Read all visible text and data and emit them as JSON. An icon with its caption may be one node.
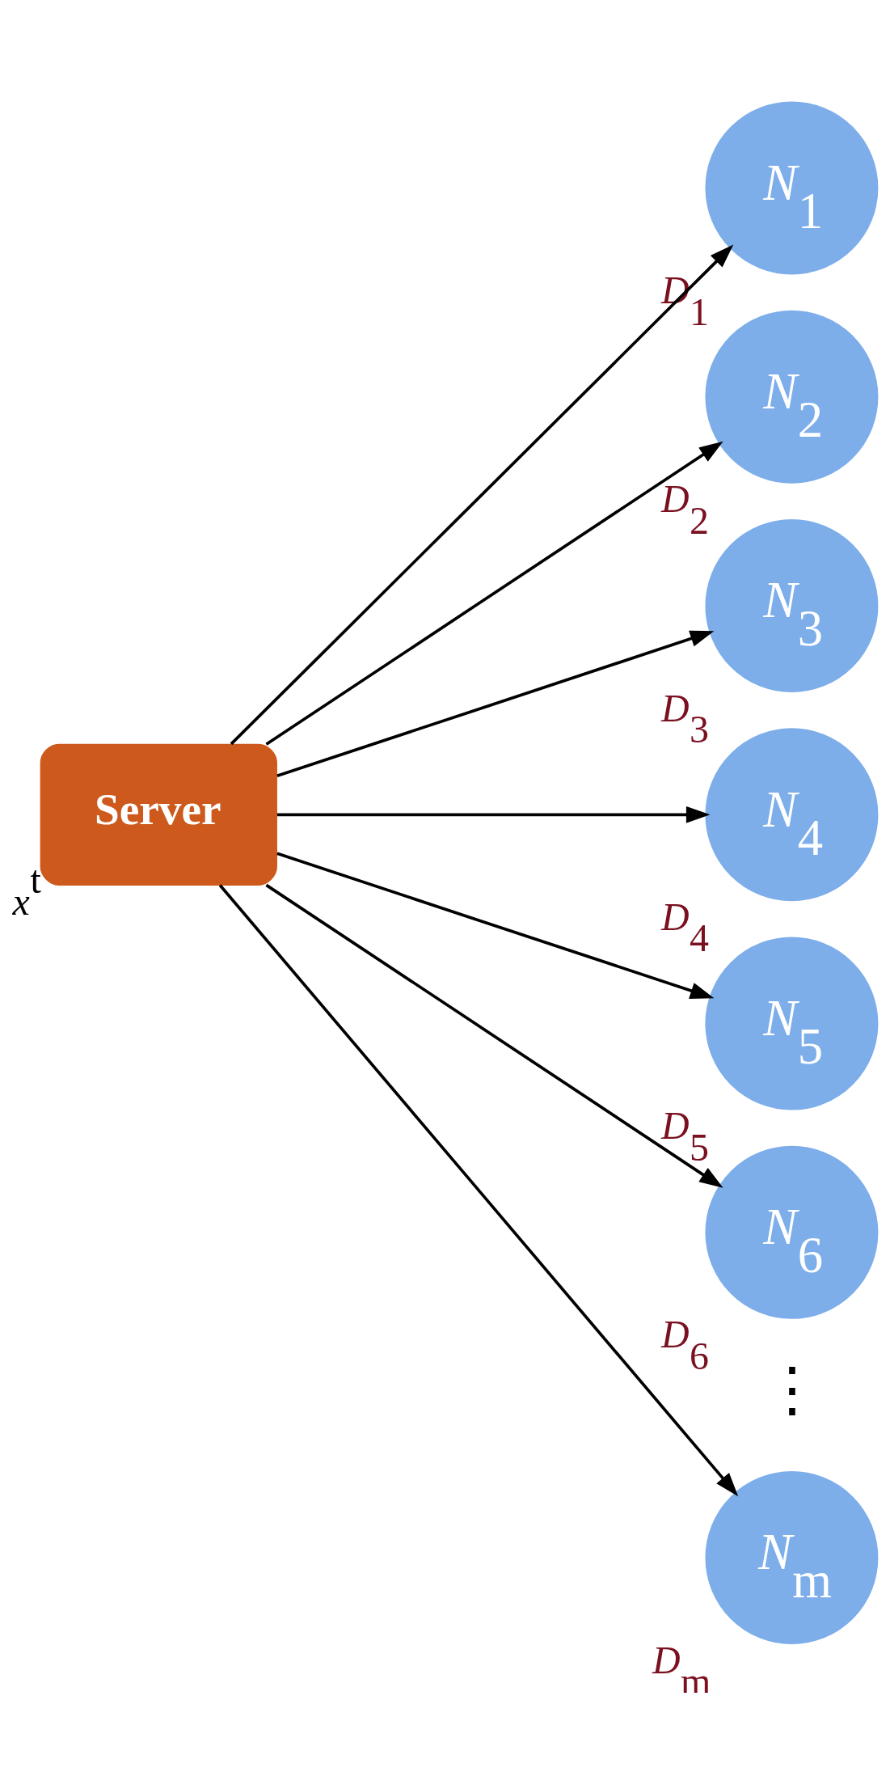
{
  "diagram": {
    "nodes": [
      {
        "text": [
          "Server"
        ],
        "beside": [
          "*x*$^{t}$"
        ]
      },
      {
        "text": [
          "*N*$_{1}$"
        ],
        "beside": [
          "*D*$_{1}$"
        ]
      },
      {
        "text": [
          "*N*$_{2}$"
        ],
        "beside": [
          "*D*$_{2}$"
        ]
      },
      {
        "text": [
          "*N*$_{3}$"
        ],
        "beside": [
          "*D*$_{3}$"
        ]
      },
      {
        "text": [
          "*N*$_{4}$"
        ],
        "beside": [
          "*D*$_{4}$"
        ]
      },
      {
        "text": [
          "*N*$_{5}$"
        ],
        "beside": [
          "*D*$_{5}$"
        ]
      },
      {
        "text": [
          "*N*$_{6}$"
        ],
        "beside": [
          "*D*$_{6}$"
        ]
      },
      {
        "text": [
          "*N*$_{m}$"
        ],
        "beside": [
          "*D*$_{m}$"
        ]
      }
    ],
    "edges": [
      {
        "from": 0,
        "to": 1,
        "arrow": "to"
      },
      {
        "from": 0,
        "to": 2,
        "arrow": "to"
      },
      {
        "from": 0,
        "to": 3,
        "arrow": "to"
      },
      {
        "from": 0,
        "to": 4,
        "arrow": "to"
      },
      {
        "from": 0,
        "to": 5,
        "arrow": "to"
      },
      {
        "from": 0,
        "to": 6,
        "arrow": "to"
      },
      {
        "from": 0,
        "to": 7,
        "arrow": "to"
      }
    ],
    "labels": [
      "⋮"
    ]
  }
}
